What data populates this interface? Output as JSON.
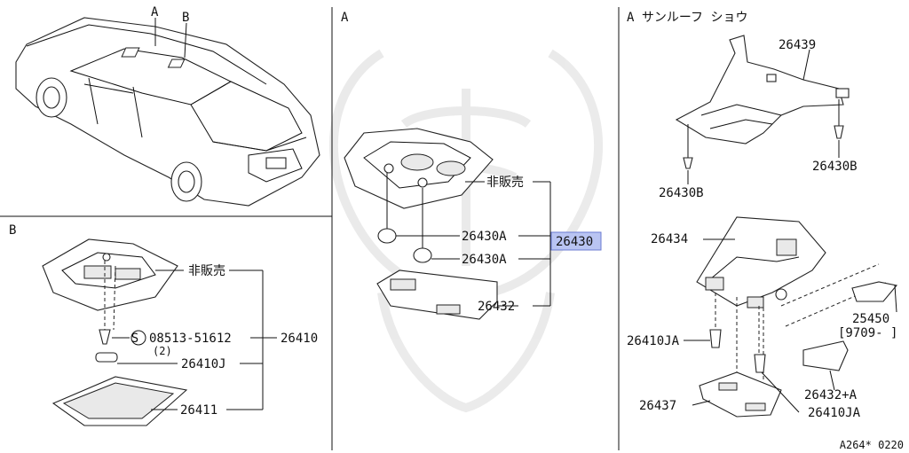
{
  "sections": {
    "top_left_labels": {
      "a": "A",
      "b": "B"
    },
    "section_b_title": "B",
    "section_a_title": "A",
    "section_sunroof_title": "A サンルーフ ショウ"
  },
  "section_b": {
    "not_sold": "非販売",
    "screw_code": "08513-51612",
    "screw_qty": "(2)",
    "screw_symbol": "S",
    "part_26410": "26410",
    "part_26410J": "26410J",
    "part_26411": "26411"
  },
  "section_a": {
    "not_sold": "非販売",
    "part_26430A_1": "26430A",
    "part_26430A_2": "26430A",
    "part_26430": "26430",
    "part_26432": "26432"
  },
  "section_sunroof": {
    "part_26439": "26439",
    "part_26430B_left": "26430B",
    "part_26430B_right": "26430B",
    "part_26434": "26434",
    "part_25450": "25450",
    "part_25450_date": "[9709- ]",
    "part_26410JA_left": "26410JA",
    "part_26410JA_right": "26410JA",
    "part_26432A": "26432+A",
    "part_26437": "26437"
  },
  "footer": {
    "diagram_code": "A264* 0220"
  },
  "colors": {
    "highlight": "#b9c4f2",
    "line": "#111111",
    "watermark": "#dddddd"
  }
}
